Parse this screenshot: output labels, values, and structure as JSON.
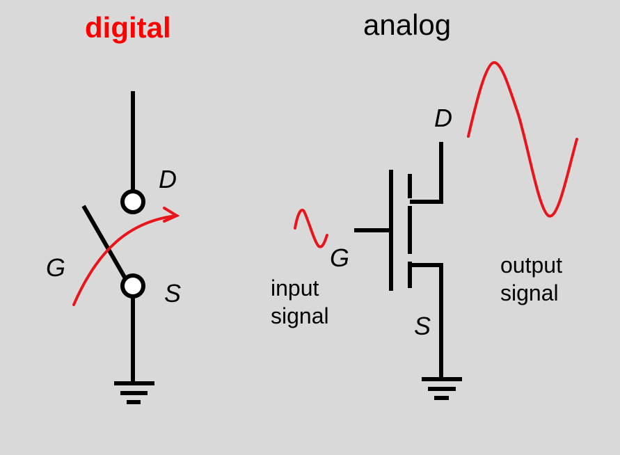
{
  "titles": {
    "digital": "digital",
    "analog": "analog"
  },
  "digital_switch": {
    "drain_label": "D",
    "gate_label": "G",
    "source_label": "S"
  },
  "analog_transistor": {
    "drain_label": "D",
    "gate_label": "G",
    "source_label": "S",
    "input_label_line1": "input",
    "input_label_line2": "signal",
    "output_label_line1": "output",
    "output_label_line2": "signal"
  },
  "colors": {
    "background": "#d9d9d9",
    "digital_title": "#ff0000",
    "signal": "#e8161b",
    "wire": "#000000"
  }
}
